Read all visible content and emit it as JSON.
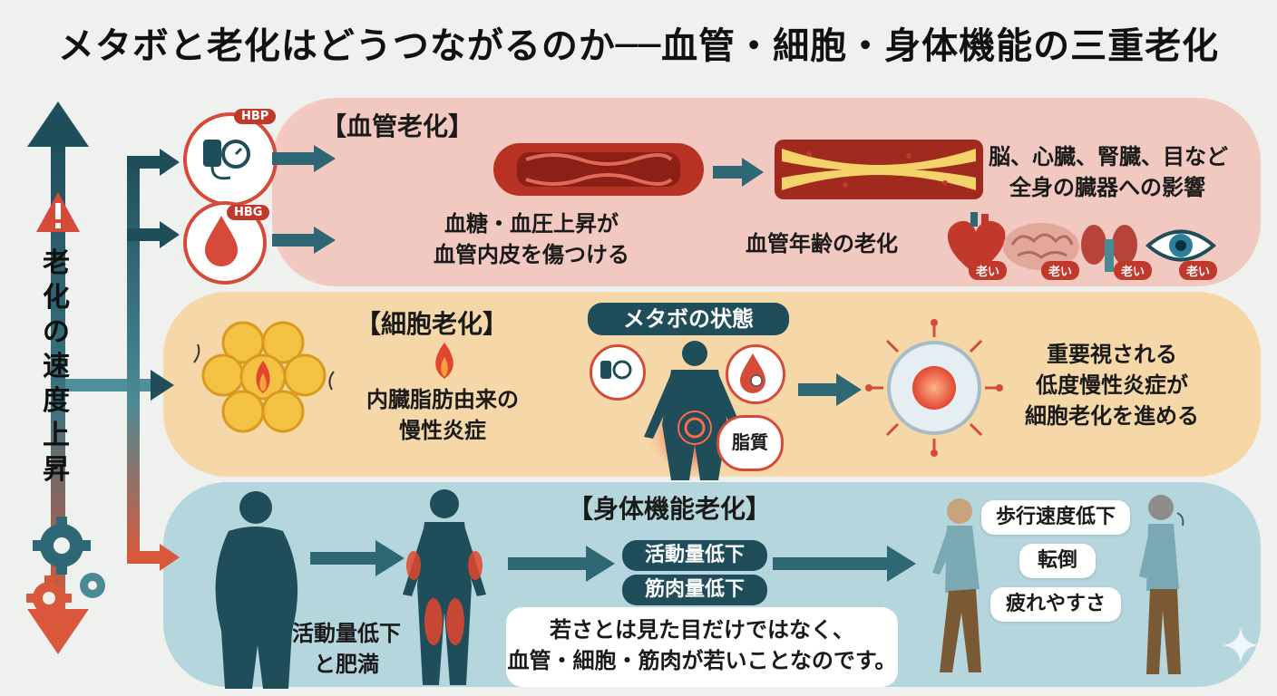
{
  "title": "メタボと老化はどうつながるのか──血管・細胞・身体機能の三重老化",
  "side": {
    "label": "老化の速度上昇",
    "colors": {
      "up": "#1f4e5a",
      "down": "#d9583b"
    }
  },
  "vascular": {
    "title": "【血管老化】",
    "badges": {
      "bp": "HBP",
      "bg": "HBG"
    },
    "cause_line1": "血糖・血圧上昇が",
    "cause_line2": "血管内皮を傷つける",
    "age_text": "血管年齢の老化",
    "organs_line1": "脳、心臓、腎臓、目など",
    "organs_line2": "全身の臓器への影響",
    "organ_badges": [
      "老い",
      "老い",
      "老い",
      "老い"
    ],
    "organ_icons": [
      "heart-icon",
      "brain-icon",
      "kidney-icon",
      "eye-icon"
    ],
    "color": "#f2c9c0"
  },
  "cellular": {
    "title": "【細胞老化】",
    "inflammation_line1": "内臓脂肪由来の",
    "inflammation_line2": "慢性炎症",
    "center_label": "メタボの状態",
    "lipid_label": "脂質",
    "result_line1": "重要視される",
    "result_line2": "低度慢性炎症が",
    "result_line3": "細胞老化を進める",
    "color": "#f6d8a8"
  },
  "physical": {
    "title": "【身体機能老化】",
    "start_line1": "活動量低下",
    "start_line2": "と肥満",
    "pills": [
      "活動量低下",
      "筋肉量低下"
    ],
    "effects": [
      "歩行速度低下",
      "転倒",
      "疲れやすさ"
    ],
    "message_line1": "若さとは見た目だけではなく、",
    "message_line2": "血管・細胞・筋肉が若いことなのです。",
    "color": "#b5d6dc"
  }
}
